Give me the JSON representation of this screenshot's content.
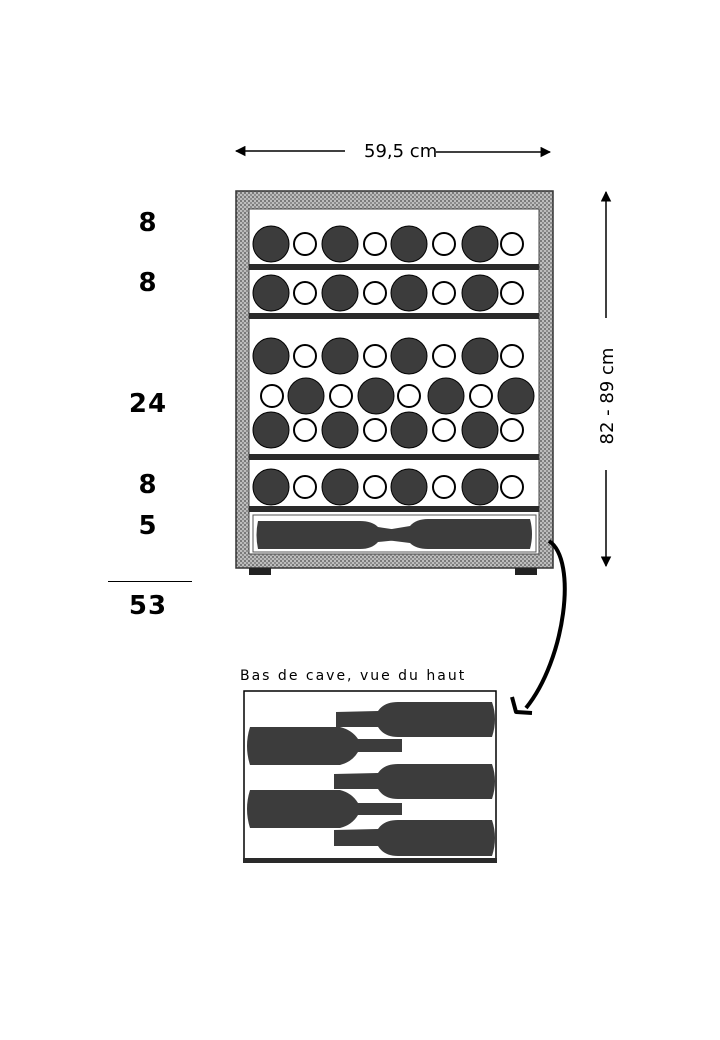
{
  "dimensions": {
    "width": "59,5 cm",
    "height": "82 - 89 cm"
  },
  "shelf_counts": [
    "8",
    "8",
    "24",
    "8",
    "5"
  ],
  "total": "53",
  "bottom_view_caption": "Bas de cave, vue du haut",
  "colors": {
    "ink": "#000000",
    "bottle": "#3c3c3c",
    "cabinet_frame": "#9a9a9a"
  }
}
